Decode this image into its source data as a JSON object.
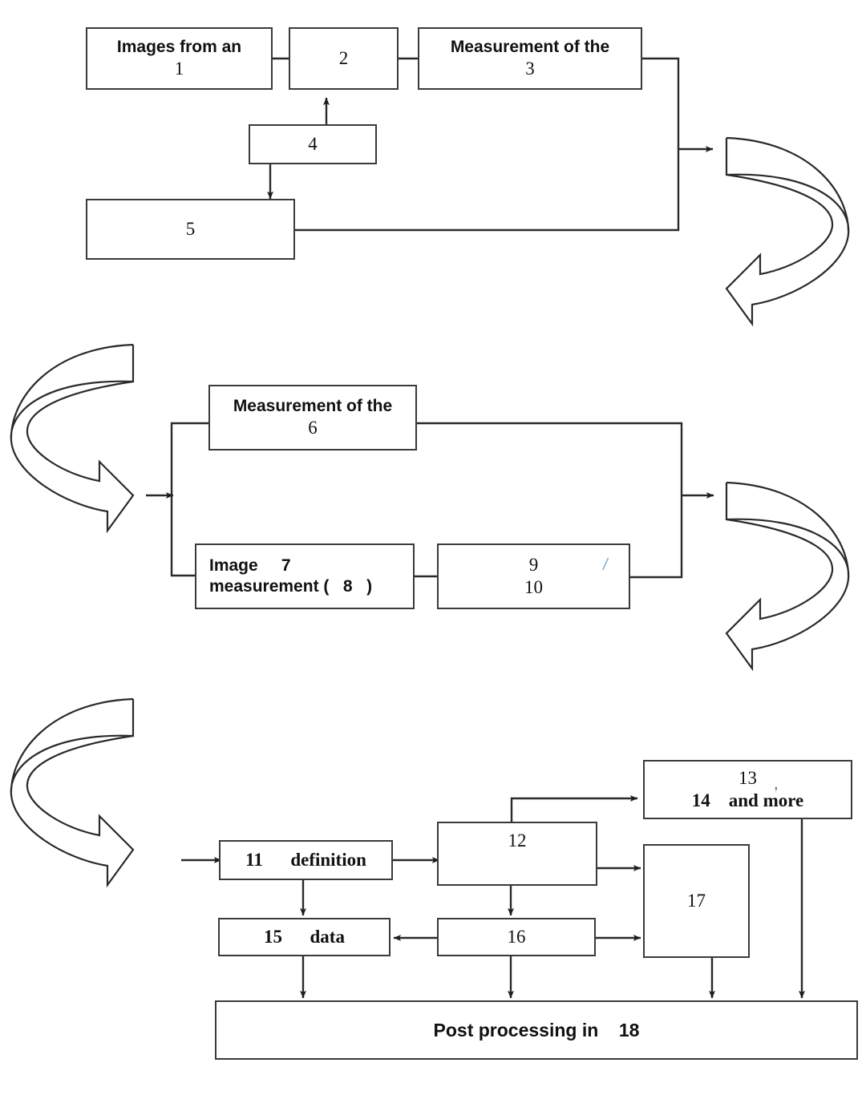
{
  "diagram": {
    "title": "Three-stage measurement and post-processing flow diagram",
    "stages": [
      {
        "id": "stage-1",
        "nodes": [
          {
            "key": "n1",
            "label_line1": "Images from an",
            "label_line2": "1"
          },
          {
            "key": "n2",
            "label_line1": "",
            "label_line2": "2"
          },
          {
            "key": "n3",
            "label_line1": "Measurement of the",
            "label_line2": "3"
          },
          {
            "key": "n4",
            "label_line1": "",
            "label_line2": "4"
          },
          {
            "key": "n5",
            "label_line1": "",
            "label_line2": "5"
          }
        ],
        "connector_arrow": "curved-u-turn-right"
      },
      {
        "id": "stage-2",
        "nodes": [
          {
            "key": "n6",
            "label_line1": "Measurement of the",
            "label_line2": "6"
          },
          {
            "key": "n7",
            "label_line1": "Image     7",
            "label_line2": "measurement (   8   )"
          },
          {
            "key": "n9",
            "label_line1": "9",
            "label_line2": "10",
            "mark": "/"
          }
        ],
        "connector_arrow_in": "curved-u-turn-left",
        "connector_arrow_out": "curved-u-turn-right"
      },
      {
        "id": "stage-3",
        "nodes": [
          {
            "key": "n13",
            "label_line1": "13",
            "label_line2": "14    and more",
            "mark": ","
          },
          {
            "key": "n11",
            "label_line1": "",
            "label_line2": "11      definition"
          },
          {
            "key": "n12",
            "label_line1": "",
            "label_line2": "12"
          },
          {
            "key": "n15",
            "label_line1": "",
            "label_line2": "15      data"
          },
          {
            "key": "n16",
            "label_line1": "",
            "label_line2": "16"
          },
          {
            "key": "n17",
            "label_line1": "",
            "label_line2": "17"
          },
          {
            "key": "n18",
            "label_line1": "",
            "label_line2": "Post processing in    18"
          }
        ],
        "connector_arrow_in": "curved-u-turn-left"
      }
    ],
    "colors": {
      "stroke": "#3a3a3a",
      "wire": "#222222",
      "background": "#ffffff",
      "text": "#111111"
    }
  }
}
